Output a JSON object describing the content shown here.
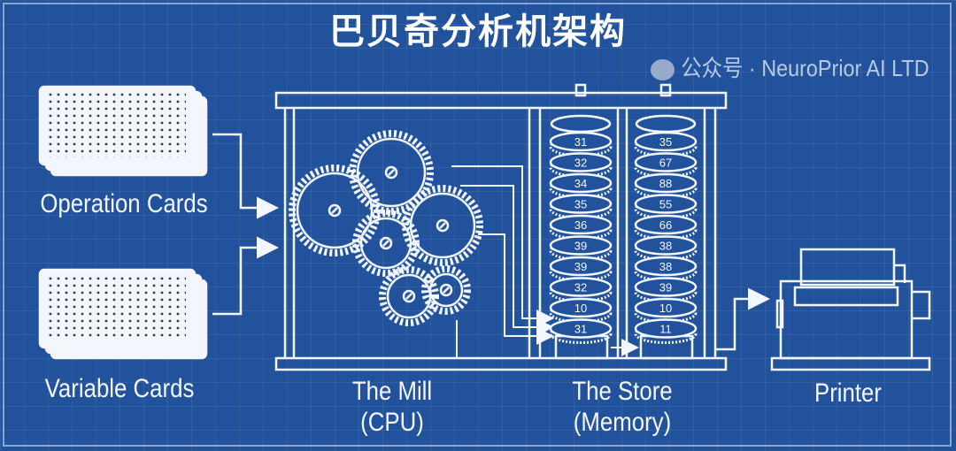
{
  "title": "巴贝奇分析机架构",
  "inputs": {
    "operation_cards": "Operation Cards",
    "variable_cards": "Variable Cards"
  },
  "mill": {
    "name": "The Mill",
    "sub": "(CPU)"
  },
  "store": {
    "name": "The Store",
    "sub": "(Memory)",
    "column_1": [
      "31",
      "32",
      "34",
      "35",
      "36",
      "39",
      "39",
      "32",
      "10",
      "31"
    ],
    "column_2": [
      "35",
      "67",
      "88",
      "55",
      "66",
      "38",
      "38",
      "39",
      "10",
      "11"
    ]
  },
  "printer": {
    "name": "Printer"
  },
  "watermark": {
    "text": "公众号 · NeuroPrior AI LTD"
  },
  "colors": {
    "background": "#22529c",
    "line": "#e8f0ff"
  }
}
